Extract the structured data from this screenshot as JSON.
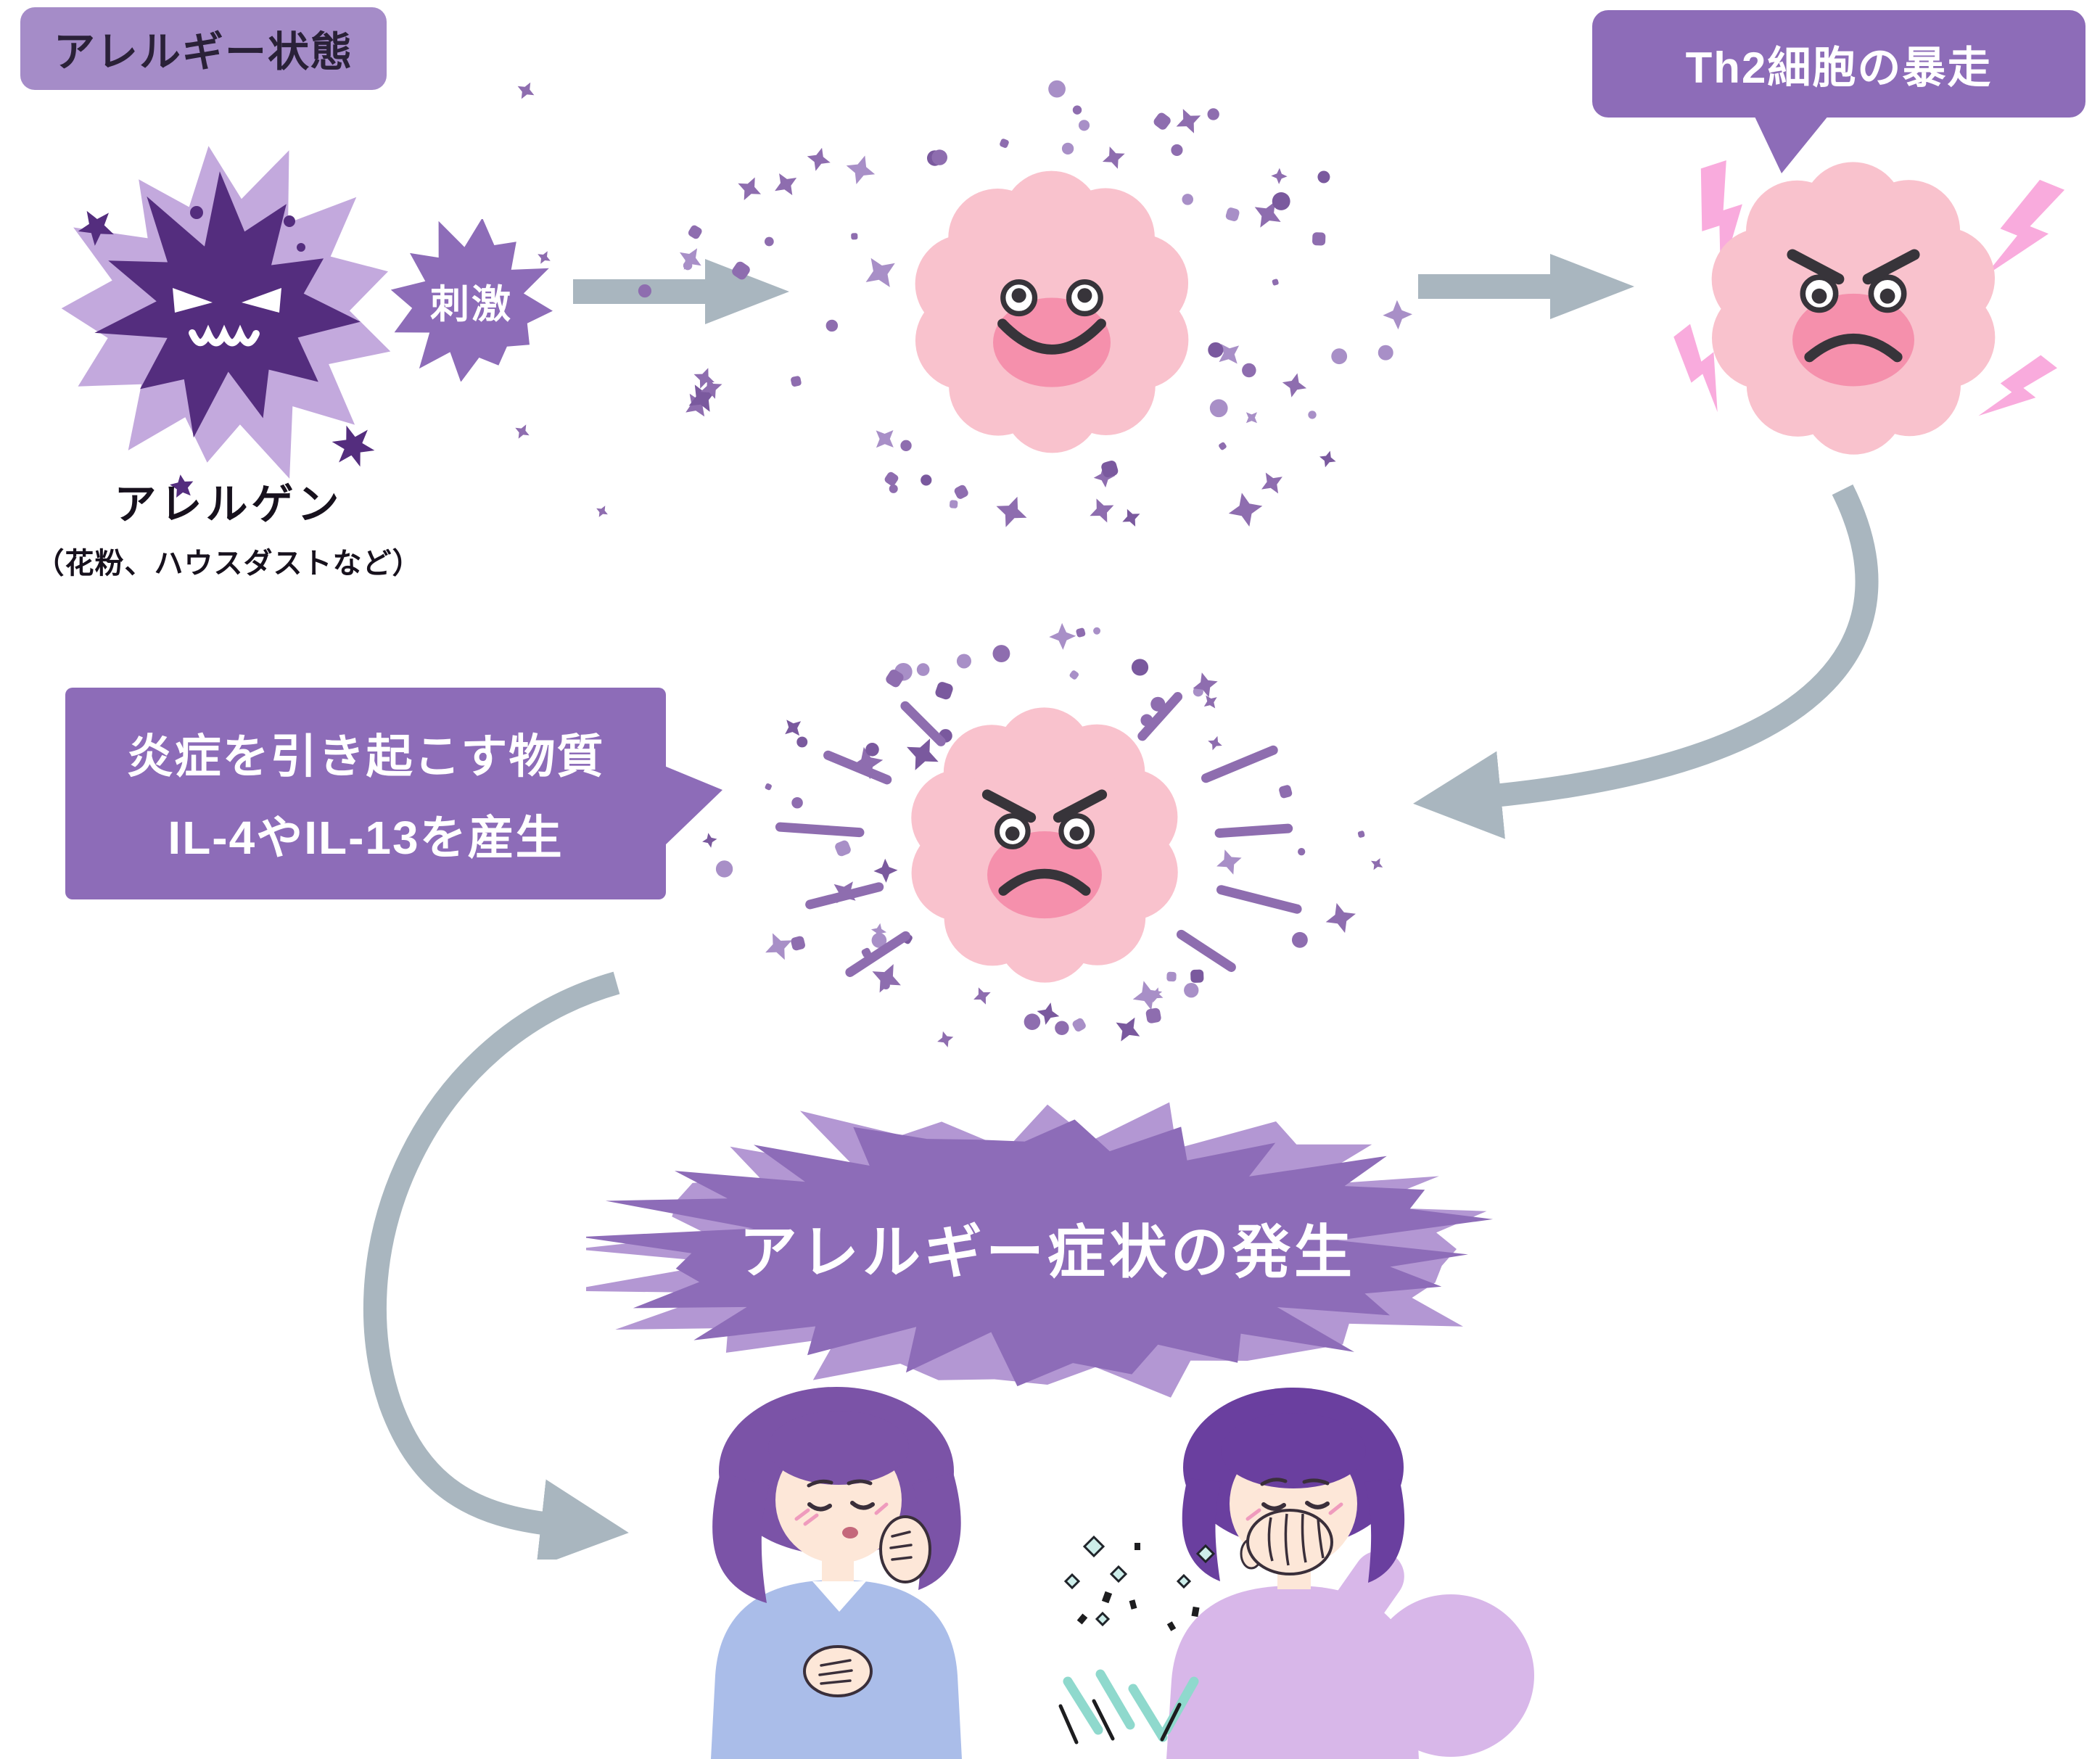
{
  "page": {
    "background": "#ffffff"
  },
  "colors": {
    "badge_bg": "#a58cc8",
    "badge_text": "#2a2138",
    "label_text": "#17111d",
    "bubble": "#8d6cb8",
    "bubble_light": "#b397d3",
    "arrow": "#a9b6bf",
    "particle": "#8e6daf",
    "particle_light": "#a88fc7",
    "particle_dark": "#7a599e",
    "cell_body": "#f9c2cd",
    "cell_shade": "#f590ac",
    "lightning": "#f9abdd",
    "allergen_outer": "#c3a9dd",
    "allergen_inner": "#542d7e",
    "text_white": "#ffffff"
  },
  "badge": {
    "label": "アレルギー状態"
  },
  "allergen": {
    "title": "アレルゲン",
    "subtitle": "（花粉、ハウスダストなど）"
  },
  "stimulus": {
    "label": "刺激"
  },
  "th2_bubble": {
    "label": "Th2細胞の暴走"
  },
  "il_bubble": {
    "line1": "炎症を引き起こす物質",
    "line2": "IL-4やIL-13を産生"
  },
  "symptom_bubble": {
    "label": "アレルギー症状の発生"
  }
}
